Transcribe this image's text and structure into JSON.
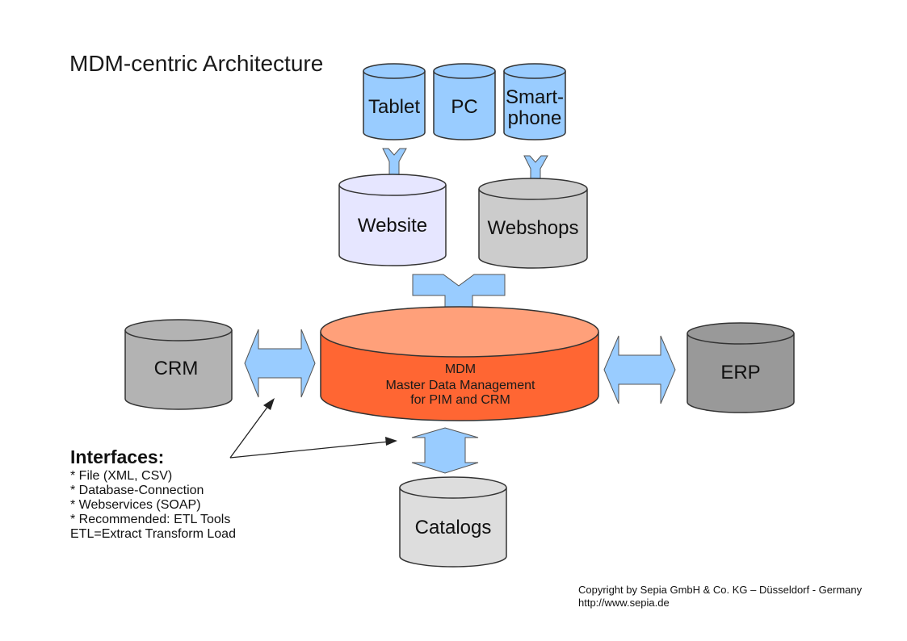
{
  "title": "MDM-centric Architecture",
  "devices": {
    "tablet": "Tablet",
    "pc": "PC",
    "smartphone_line1": "Smart-",
    "smartphone_line2": "phone"
  },
  "channels": {
    "website": "Website",
    "webshops": "Webshops"
  },
  "systems": {
    "crm": "CRM",
    "erp": "ERP",
    "catalogs": "Catalogs"
  },
  "mdm": {
    "line1": "MDM",
    "line2": "Master Data Management",
    "line3": "for PIM and CRM"
  },
  "interfaces": {
    "heading": "Interfaces:",
    "items": [
      "* File (XML, CSV)",
      "* Database-Connection",
      "* Webservices (SOAP)",
      "* Recommended: ETL Tools",
      "ETL=Extract Transform Load"
    ]
  },
  "copyright": {
    "line1": "Copyright by Sepia GmbH & Co. KG – Düsseldorf - Germany",
    "line2": "http://www.sepia.de"
  },
  "colors": {
    "device_fill": "#99ccff",
    "website_fill": "#e6e6ff",
    "webshops_fill": "#cccccc",
    "crm_fill": "#b3b3b3",
    "erp_fill": "#999999",
    "catalogs_fill": "#dddddd",
    "mdm_body": "#ff6633",
    "mdm_top": "#ffa07a",
    "arrow_fill": "#99ccff"
  }
}
